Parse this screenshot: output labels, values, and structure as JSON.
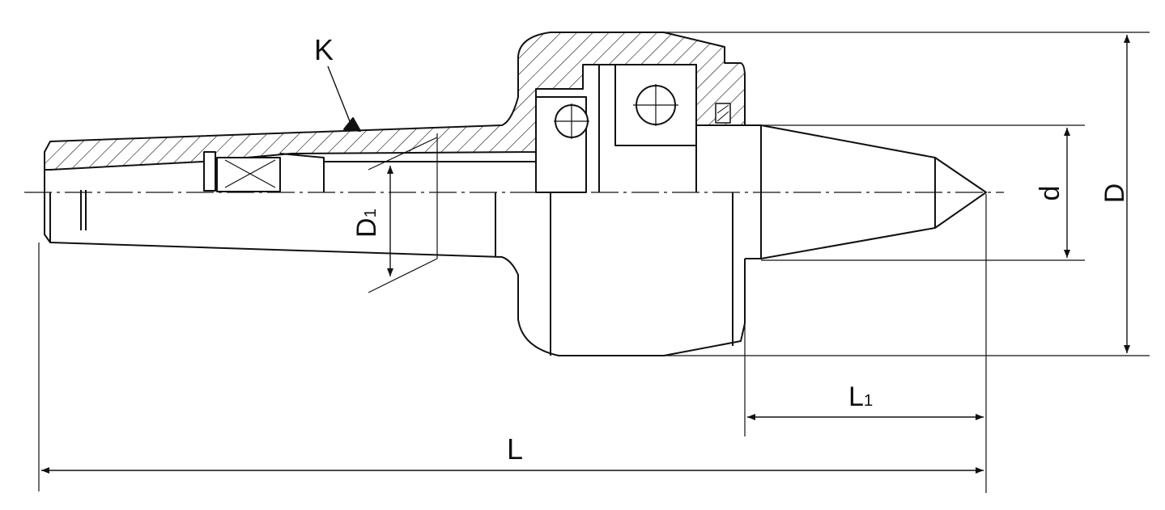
{
  "labels": {
    "k": "K",
    "d1_main": "D",
    "d1_sub": "1",
    "d_small": "d",
    "d_big": "D",
    "l1_main": "L",
    "l1_sub": "1",
    "l": "L"
  },
  "colors": {
    "ink": "#111111",
    "background": "#ffffff"
  }
}
